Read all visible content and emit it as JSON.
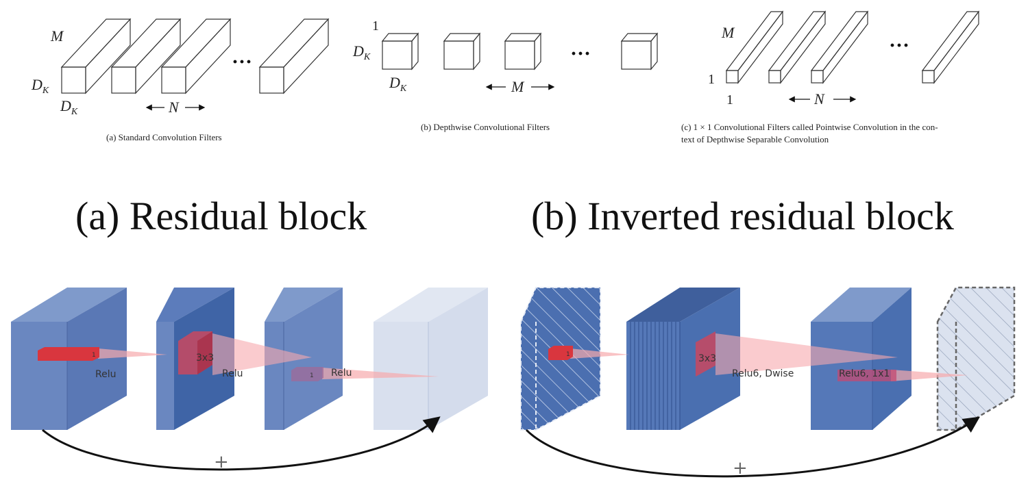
{
  "top_panels": {
    "standard": {
      "caption": "(a)  Standard Convolution Filters",
      "depth_label": "M",
      "height_label": "D",
      "height_sub": "K",
      "width_label": "D",
      "width_sub": "K",
      "count_label": "N",
      "ellipsis": "···"
    },
    "depthwise": {
      "caption": "(b)  Depthwise Convolutional Filters",
      "depth_label": "1",
      "height_label": "D",
      "height_sub": "K",
      "width_label": "D",
      "width_sub": "K",
      "count_label": "M",
      "ellipsis": "···"
    },
    "pointwise": {
      "caption_line1": "(c)  1 × 1 Convolutional Filters called Pointwise Convolution in the con-",
      "caption_line2": "text of Depthwise Separable Convolution",
      "depth_label": "M",
      "height_label": "1",
      "width_label": "1",
      "count_label": "N",
      "ellipsis": "···"
    }
  },
  "titles": {
    "residual": "(a) Residual block",
    "inverted": "(b) Inverted residual block"
  },
  "residual_block": {
    "kernel1": "1",
    "kernel2": "3x3",
    "kernel3": "1",
    "act1": "Relu",
    "act2": "Relu",
    "act3": "Relu",
    "plus": "+"
  },
  "inverted_block": {
    "kernel1": "1",
    "kernel2": "3x3",
    "act2": "Relu6, Dwise",
    "act3": "Relu6, 1x1",
    "plus": "+"
  },
  "colors": {
    "block_front": "#6a87c0",
    "block_dark": "#3f64a6",
    "block_light": "#d9e0ee",
    "highlight": "#d9363e",
    "beam": "#f6a9ad"
  }
}
